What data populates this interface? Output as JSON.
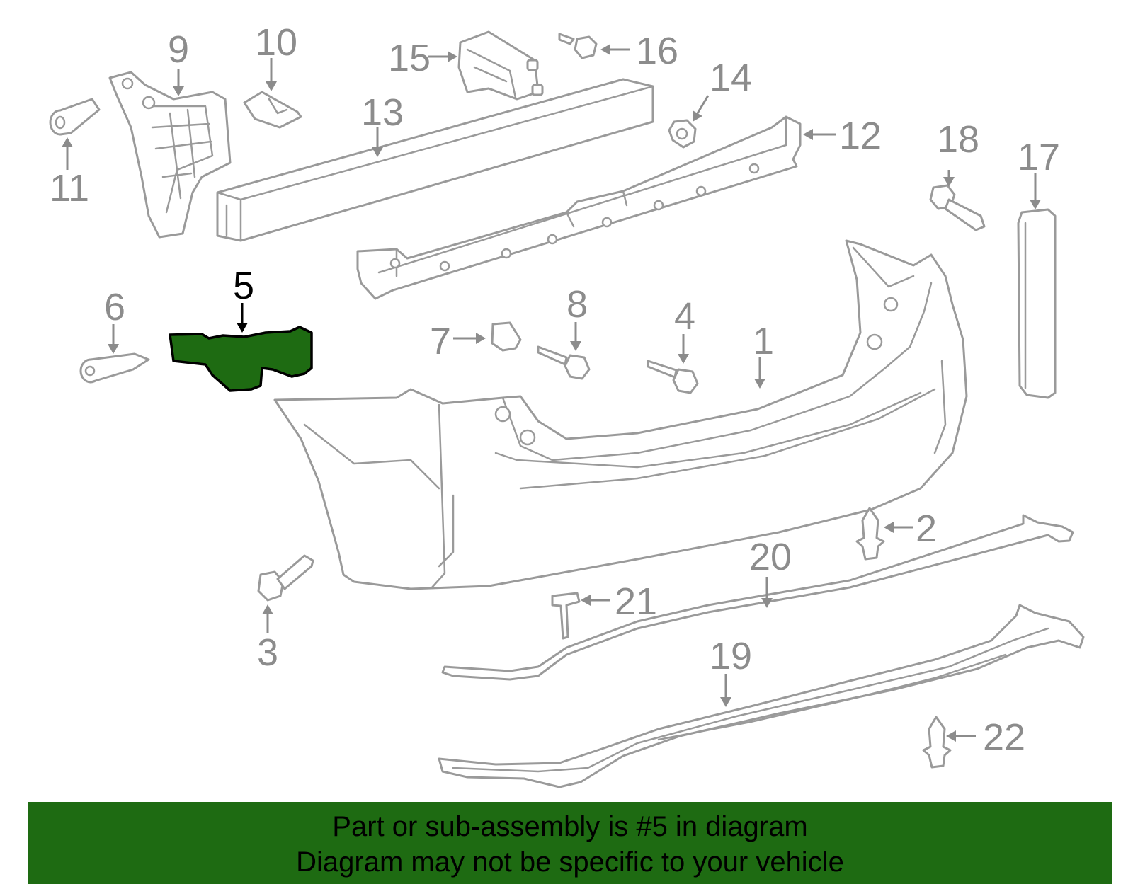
{
  "callouts": {
    "c1": "1",
    "c2": "2",
    "c3": "3",
    "c4": "4",
    "c5": "5",
    "c6": "6",
    "c7": "7",
    "c8": "8",
    "c9": "9",
    "c10": "10",
    "c11": "11",
    "c12": "12",
    "c13": "13",
    "c14": "14",
    "c15": "15",
    "c16": "16",
    "c17": "17",
    "c18": "18",
    "c19": "19",
    "c20": "20",
    "c21": "21",
    "c22": "22"
  },
  "highlighted_part": "5",
  "colors": {
    "highlight": "#1e6b12",
    "lines": "#9a9a9a",
    "banner_bg": "#1e6b12"
  },
  "banner": {
    "line1": "Part or sub-assembly is #5 in diagram",
    "line2": "Diagram may not be specific to your vehicle"
  }
}
